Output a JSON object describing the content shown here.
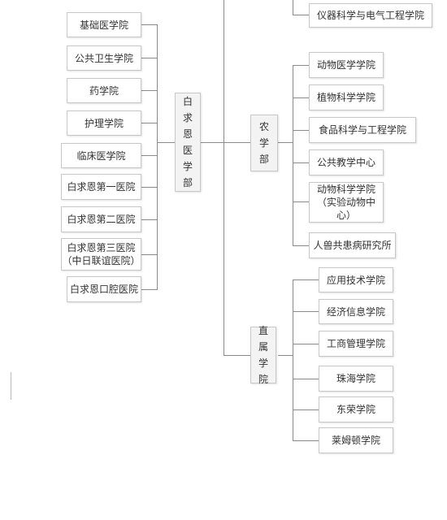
{
  "left_hub": {
    "label": "白\n求\n恩\n医\n学\n部"
  },
  "left_items": [
    "基础医学院",
    "公共卫生学院",
    "药学院",
    "护理学院",
    "临床医学院",
    "白求恩第一医院",
    "白求恩第二医院",
    "白求恩第三医院\n（中日联谊医院）",
    "白求恩口腔医院"
  ],
  "top_item": "仪器科学与电气工程学院",
  "agri_hub": {
    "label": "农\n学\n部"
  },
  "agri_items": [
    "动物医学学院",
    "植物科学学院",
    "食品科学与工程学院",
    "公共教学中心",
    "动物科学学院\n（实验动物中心）",
    "人兽共患病研究所"
  ],
  "direct_hub": {
    "label": "直\n属\n学\n院"
  },
  "direct_items": [
    "应用技术学院",
    "经济信息学院",
    "工商管理学院",
    "珠海学院",
    "东荣学院",
    "莱姆顿学院"
  ]
}
